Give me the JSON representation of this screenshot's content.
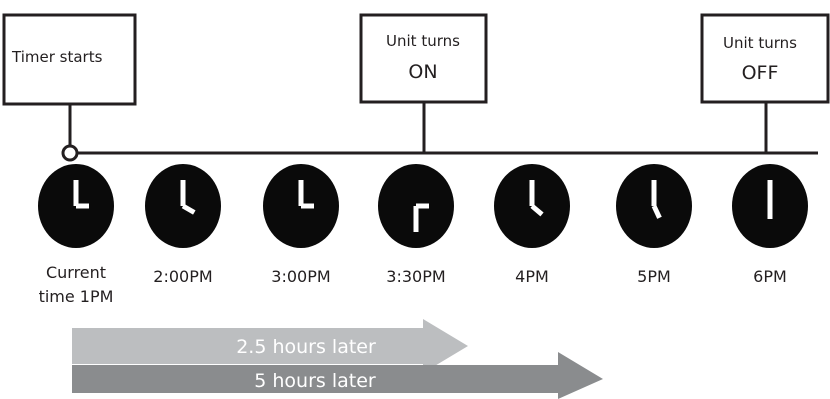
{
  "callouts": {
    "timer_start": {
      "text": "Timer starts"
    },
    "unit_on": {
      "line1": "Unit turns",
      "line2": "ON"
    },
    "unit_off": {
      "line1": "Unit turns",
      "line2": "OFF"
    }
  },
  "clocks": [
    {
      "label_line1": "Current",
      "label_line2": "time 1PM",
      "hour_hand_angle": 90,
      "minute_hand_angle": 0
    },
    {
      "label_line1": "2:00PM",
      "label_line2": "",
      "hour_hand_angle": 120,
      "minute_hand_angle": 0
    },
    {
      "label_line1": "3:00PM",
      "label_line2": "",
      "hour_hand_angle": 90,
      "minute_hand_angle": 0
    },
    {
      "label_line1": "3:30PM",
      "label_line2": "",
      "hour_hand_angle": 90,
      "minute_hand_angle": 180
    },
    {
      "label_line1": "4PM",
      "label_line2": "",
      "hour_hand_angle": 130,
      "minute_hand_angle": 0
    },
    {
      "label_line1": "5PM",
      "label_line2": "",
      "hour_hand_angle": 155,
      "minute_hand_angle": 0
    },
    {
      "label_line1": "6PM",
      "label_line2": "",
      "hour_hand_angle": 180,
      "minute_hand_angle": 0
    }
  ],
  "arrows": [
    {
      "label": "2.5 hours later",
      "color": "#bcbec0"
    },
    {
      "label": "5 hours later",
      "color": "#8a8c8e"
    }
  ],
  "colors": {
    "line": "#231f20",
    "clock_face": "#0a0a0a",
    "clock_hand": "#ffffff"
  }
}
